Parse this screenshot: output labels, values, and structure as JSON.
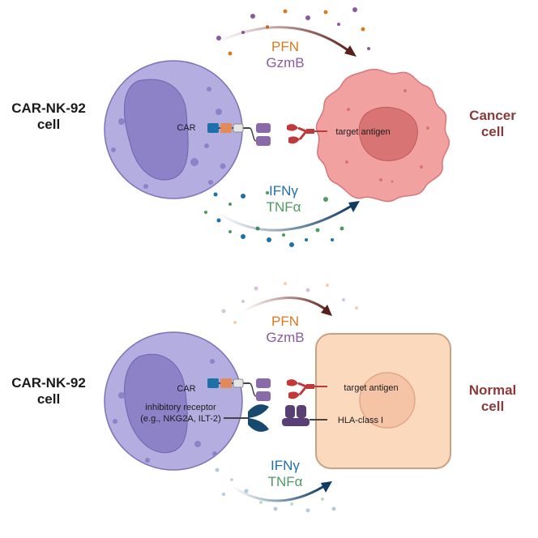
{
  "top_panel": {
    "effector_label_line1": "CAR-NK-92",
    "effector_label_line2": "cell",
    "target_label_line1": "Cancer",
    "target_label_line2": "cell",
    "car_label": "CAR",
    "antigen_label": "target antigen",
    "cytotoxic_labels": [
      "PFN",
      "GzmB"
    ],
    "cytokine_labels": [
      "IFNγ",
      "TNFα"
    ]
  },
  "bottom_panel": {
    "effector_label_line1": "CAR-NK-92",
    "effector_label_line2": "cell",
    "target_label_line1": "Normal",
    "target_label_line2": "cell",
    "car_label": "CAR",
    "antigen_label": "target antigen",
    "inhibitory_label_line1": "inhibitory receptor",
    "inhibitory_label_line2": "(e.g., NKG2A, ILT-2)",
    "hla_label": "HLA-class I",
    "cytotoxic_labels": [
      "PFN",
      "GzmB"
    ],
    "cytokine_labels": [
      "IFNγ",
      "TNFα"
    ]
  },
  "colors": {
    "nk_cell_fill": "#b4aee0",
    "nk_nucleus_fill": "#8d81c8",
    "cancer_cell_fill": "#f2a1a1",
    "cancer_nucleus_fill": "#d97474",
    "normal_cell_fill": "#fbd9bd",
    "normal_nucleus_fill": "#f5c4a6",
    "pfn_color": "#d97a1c",
    "gzmb_color": "#8a5a9e",
    "ifn_color": "#1f6fa8",
    "tnf_color": "#4f9a63",
    "antigen_color": "#c0393b"
  }
}
